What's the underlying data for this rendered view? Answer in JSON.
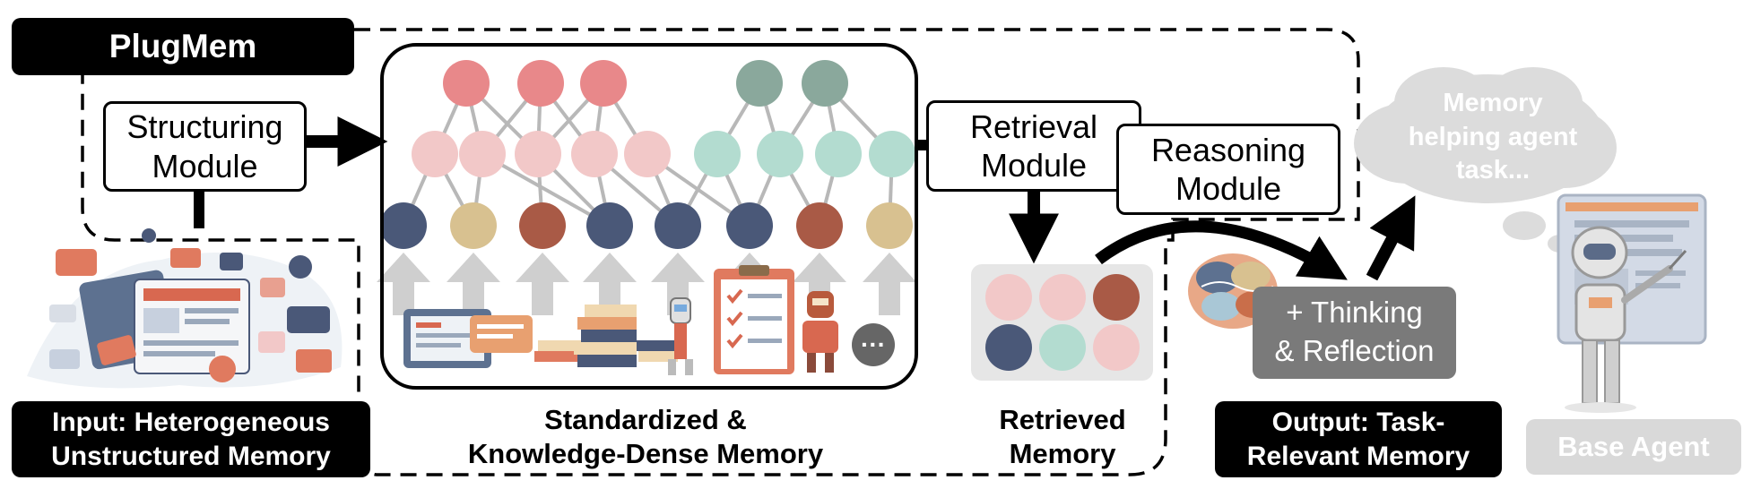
{
  "title": "PlugMem",
  "structuring": {
    "line1": "Structuring",
    "line2": "Module"
  },
  "retrieval": {
    "line1": "Retrieval",
    "line2": "Module"
  },
  "reasoning": {
    "line1": "Reasoning",
    "line2": "Module"
  },
  "input_label": {
    "line1": "Input: Heterogeneous",
    "line2": "Unstructured Memory"
  },
  "memory_label": {
    "line1": "Standardized &",
    "line2": "Knowledge-Dense Memory"
  },
  "retrieved_label": {
    "line1": "Retrieved",
    "line2": "Memory"
  },
  "thinking": {
    "line1": "+ Thinking",
    "line2": "& Reflection"
  },
  "output_label": {
    "line1": "Output: Task-",
    "line2": "Relevant Memory"
  },
  "thought": {
    "line1": "Memory",
    "line2": "helping agent",
    "line3": "task..."
  },
  "base_agent": "Base Agent",
  "more": "···",
  "colors": {
    "red_dark": "#e8888a",
    "red_light": "#f2c8c8",
    "teal_dark": "#8aa89c",
    "teal_light": "#b3dcd0",
    "navy": "#4a5878",
    "tan": "#d8c190",
    "rust": "#a95a46",
    "gray_arrow": "#cfcfcf",
    "dark_gray": "#777777",
    "light_gray": "#dcdcdc"
  },
  "graph": {
    "top_nodes": [
      "red_dark",
      "red_dark",
      "red_dark",
      "teal_dark",
      "teal_dark"
    ],
    "mid_nodes": [
      "red_light",
      "red_light",
      "red_light",
      "red_light",
      "red_light",
      "teal_light",
      "teal_light",
      "teal_light",
      "teal_light"
    ],
    "bottom_nodes": [
      "navy",
      "tan",
      "rust",
      "navy",
      "navy",
      "navy",
      "rust",
      "tan"
    ]
  },
  "retrieved_nodes": [
    "red_light",
    "red_light",
    "rust",
    "navy",
    "teal_light",
    "red_light"
  ]
}
